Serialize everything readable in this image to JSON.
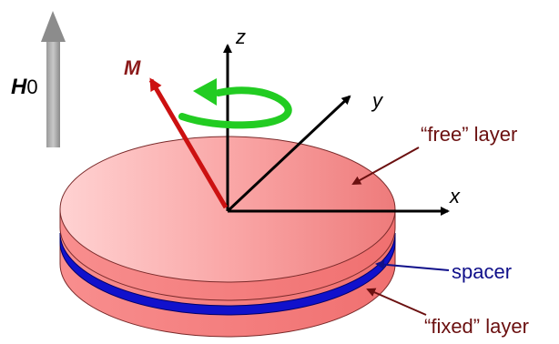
{
  "field": {
    "symbol": "H",
    "subscript": "0"
  },
  "magnetization": {
    "label": "M"
  },
  "axes": {
    "z": "z",
    "y": "y",
    "x": "x"
  },
  "annotations": {
    "free_layer": "“free” layer",
    "spacer": "spacer",
    "fixed_layer": "“fixed” layer"
  },
  "colors": {
    "disk_fill": "#f08a8a",
    "disk_edge": "#7a2a2a",
    "spacer": "#1010c0",
    "magnetization": "#cc1111",
    "precession": "#22cc22",
    "field_arrow": "#808080",
    "annotation_arrow": "#6b1010",
    "spacer_label": "#10108a"
  }
}
